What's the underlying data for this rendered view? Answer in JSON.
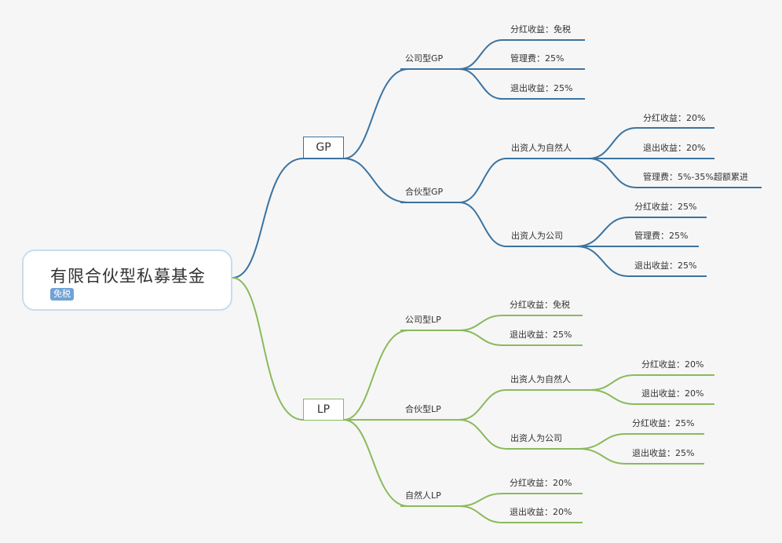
{
  "root": {
    "title": "有限合伙型私募基金",
    "tag": "免税"
  },
  "gp": {
    "label": "GP",
    "company_gp": {
      "label": "公司型GP",
      "items": [
        "分红收益：免税",
        "管理费：25%",
        "退出收益：25%"
      ]
    },
    "partnership_gp": {
      "label": "合伙型GP",
      "natural_person": {
        "label": "出资人为自然人",
        "items": [
          "分红收益：20%",
          "退出收益：20%",
          "管理费：5%-35%超额累进"
        ]
      },
      "company": {
        "label": "出资人为公司",
        "items": [
          "分红收益：25%",
          "管理费：25%",
          "退出收益：25%"
        ]
      }
    }
  },
  "lp": {
    "label": "LP",
    "company_lp": {
      "label": "公司型LP",
      "items": [
        "分红收益：免税",
        "退出收益：25%"
      ]
    },
    "partnership_lp": {
      "label": "合伙型LP",
      "natural_person": {
        "label": "出资人为自然人",
        "items": [
          "分红收益：20%",
          "退出收益：20%"
        ]
      },
      "company": {
        "label": "出资人为公司",
        "items": [
          "分红收益：25%",
          "退出收益：25%"
        ]
      }
    },
    "natural_person_lp": {
      "label": "自然人LP",
      "items": [
        "分红收益：20%",
        "退出收益：20%"
      ]
    }
  },
  "colors": {
    "gp_line": "#3b73a0",
    "lp_line": "#8aba5c",
    "background": "#f6f6f6"
  }
}
